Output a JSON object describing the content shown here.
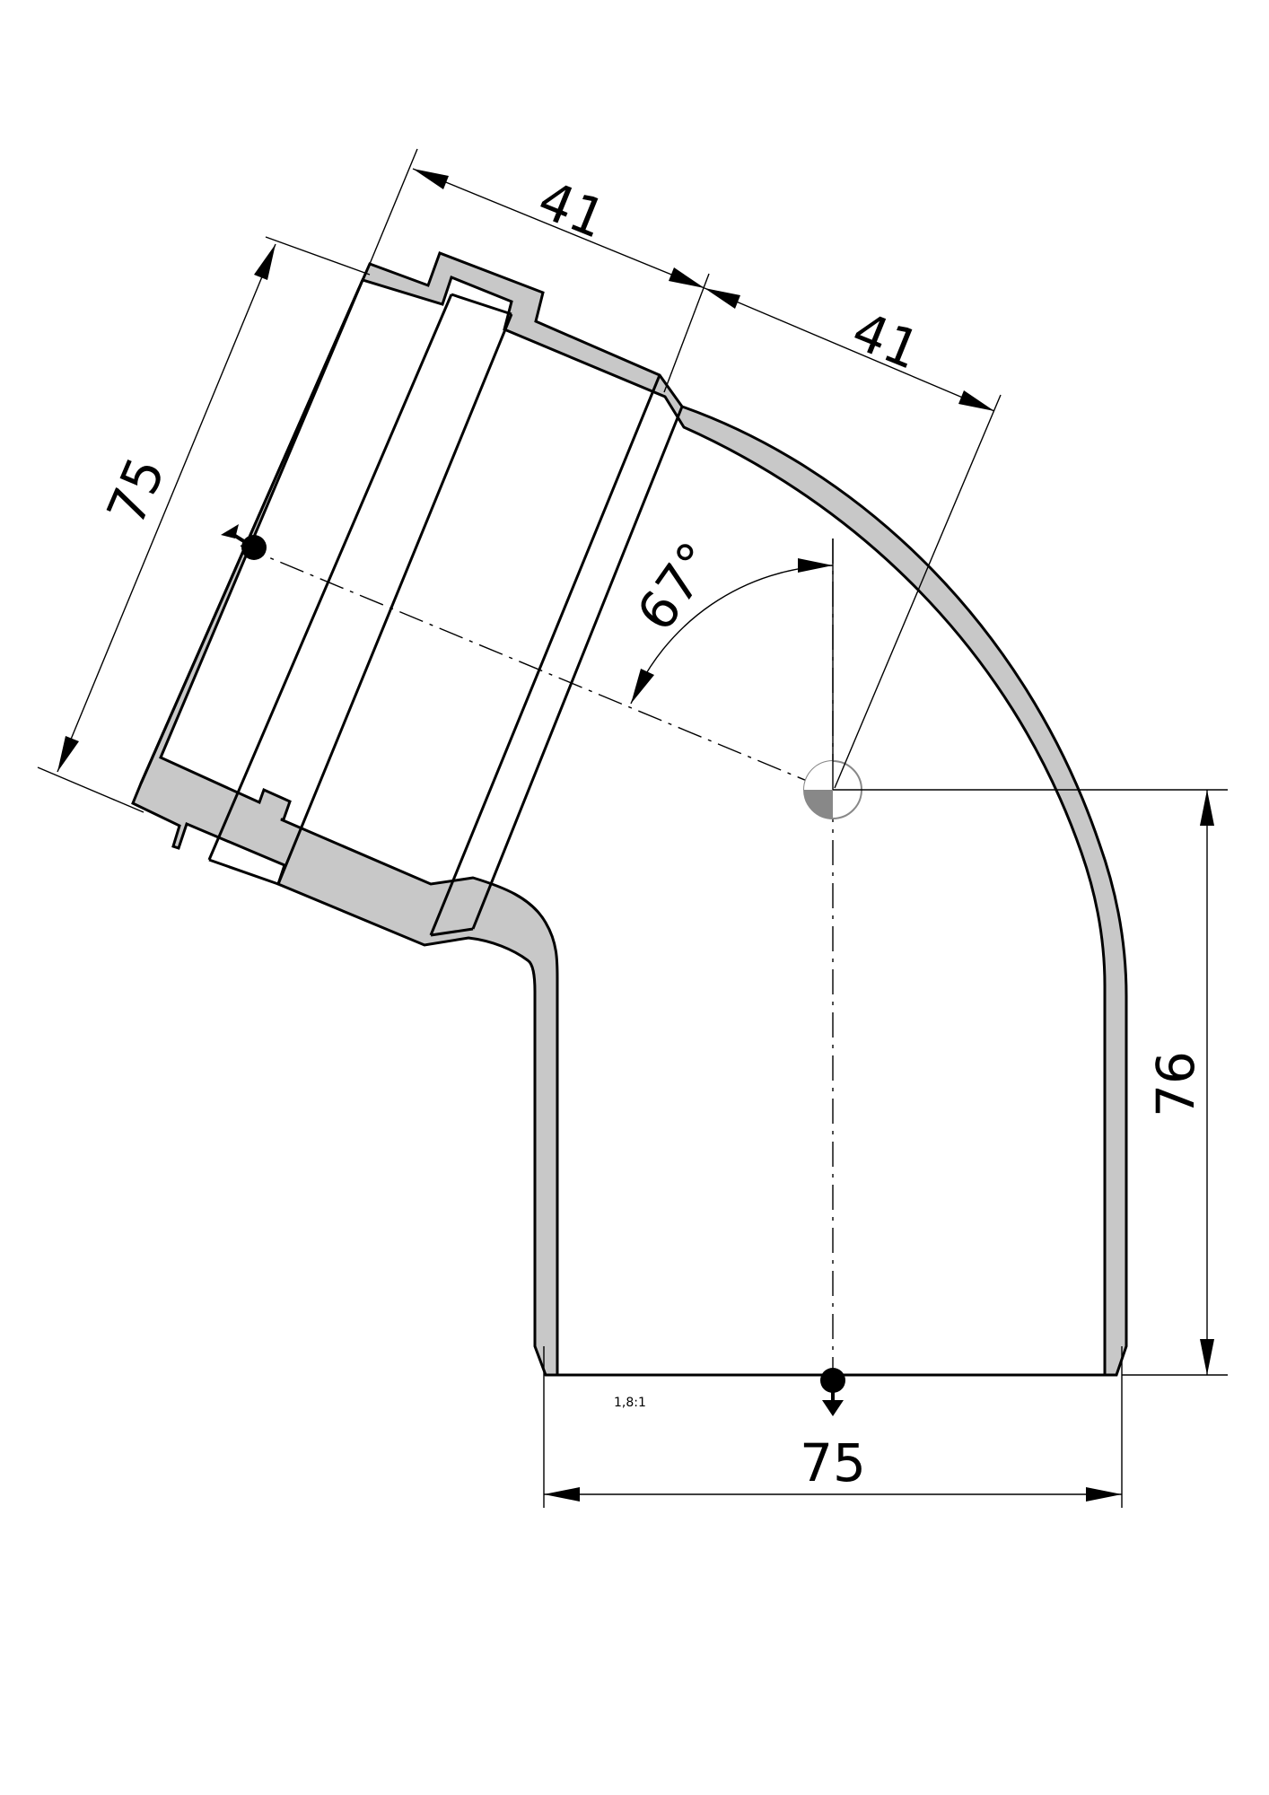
{
  "drawing": {
    "dimensions": {
      "socket_length": "41",
      "bend_length": "41",
      "socket_diameter": "75",
      "angle": "67°",
      "height": "76",
      "width": "75"
    },
    "scale": "1,8:1"
  }
}
